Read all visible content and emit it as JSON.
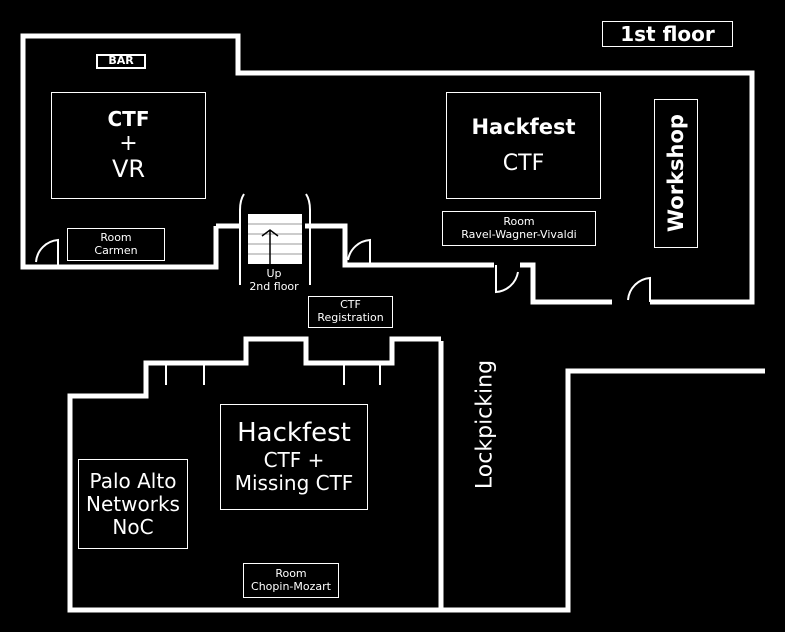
{
  "floor_label": "1st floor",
  "bar": "BAR",
  "rooms": {
    "ctf_vr": {
      "line1": "CTF",
      "line2": "+",
      "line3": "VR"
    },
    "hackfest_ctf_top": {
      "line1": "Hackfest",
      "line2": "CTF"
    },
    "workshop": "Workshop",
    "room_carmen": {
      "line1": "Room",
      "line2": "Carmen"
    },
    "room_ravel": {
      "line1": "Room",
      "line2": "Ravel-Wagner-Vivaldi"
    },
    "stairs": {
      "line1": "Up",
      "line2": "2nd floor"
    },
    "ctf_registration": {
      "line1": "CTF",
      "line2": "Registration"
    },
    "hackfest_ctf_bottom": {
      "line1": "Hackfest",
      "line2": "CTF +",
      "line3": "Missing CTF"
    },
    "palo_alto": {
      "line1": "Palo Alto",
      "line2": "Networks",
      "line3": "NoC"
    },
    "room_chopin": {
      "line1": "Room",
      "line2": "Chopin-Mozart"
    },
    "lockpicking": "Lockpicking"
  },
  "colors": {
    "background": "#000000",
    "walls": "#ffffff"
  }
}
